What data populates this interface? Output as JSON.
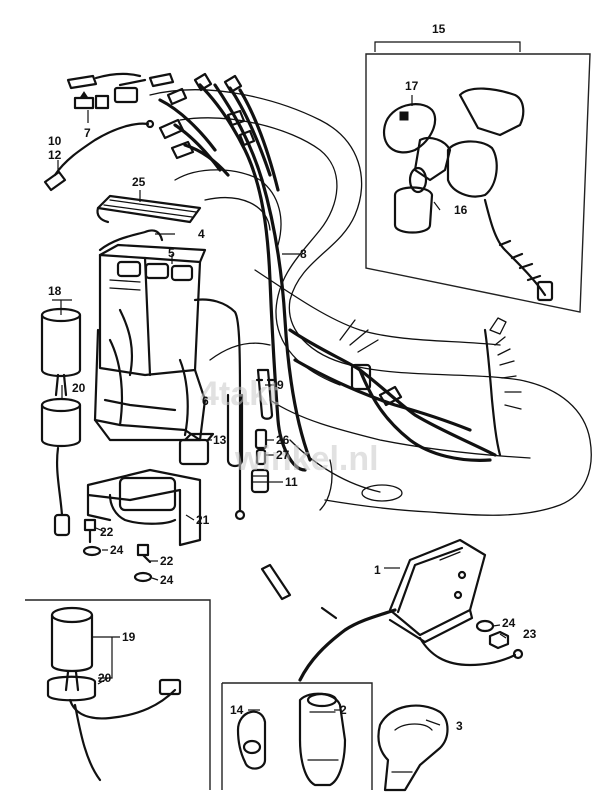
{
  "labels": {
    "p1": "1",
    "p2": "2",
    "p3": "3",
    "p4": "4",
    "p5": "5",
    "p6": "6",
    "p7": "7",
    "p8": "8",
    "p9": "9",
    "p10": "10",
    "p11": "11",
    "p12": "12",
    "p13": "13",
    "p14": "14",
    "p15": "15",
    "p16": "16",
    "p17": "17",
    "p18": "18",
    "p19": "19",
    "p20a": "20",
    "p20b": "20",
    "p21": "21",
    "p22a": "22",
    "p22b": "22",
    "p23": "23",
    "p24a": "24",
    "p24b": "24",
    "p24c": "24",
    "p25": "25",
    "p26": "26",
    "p27": "27"
  },
  "watermark": {
    "line1": "4takt",
    "line2": "winkel.nl"
  }
}
